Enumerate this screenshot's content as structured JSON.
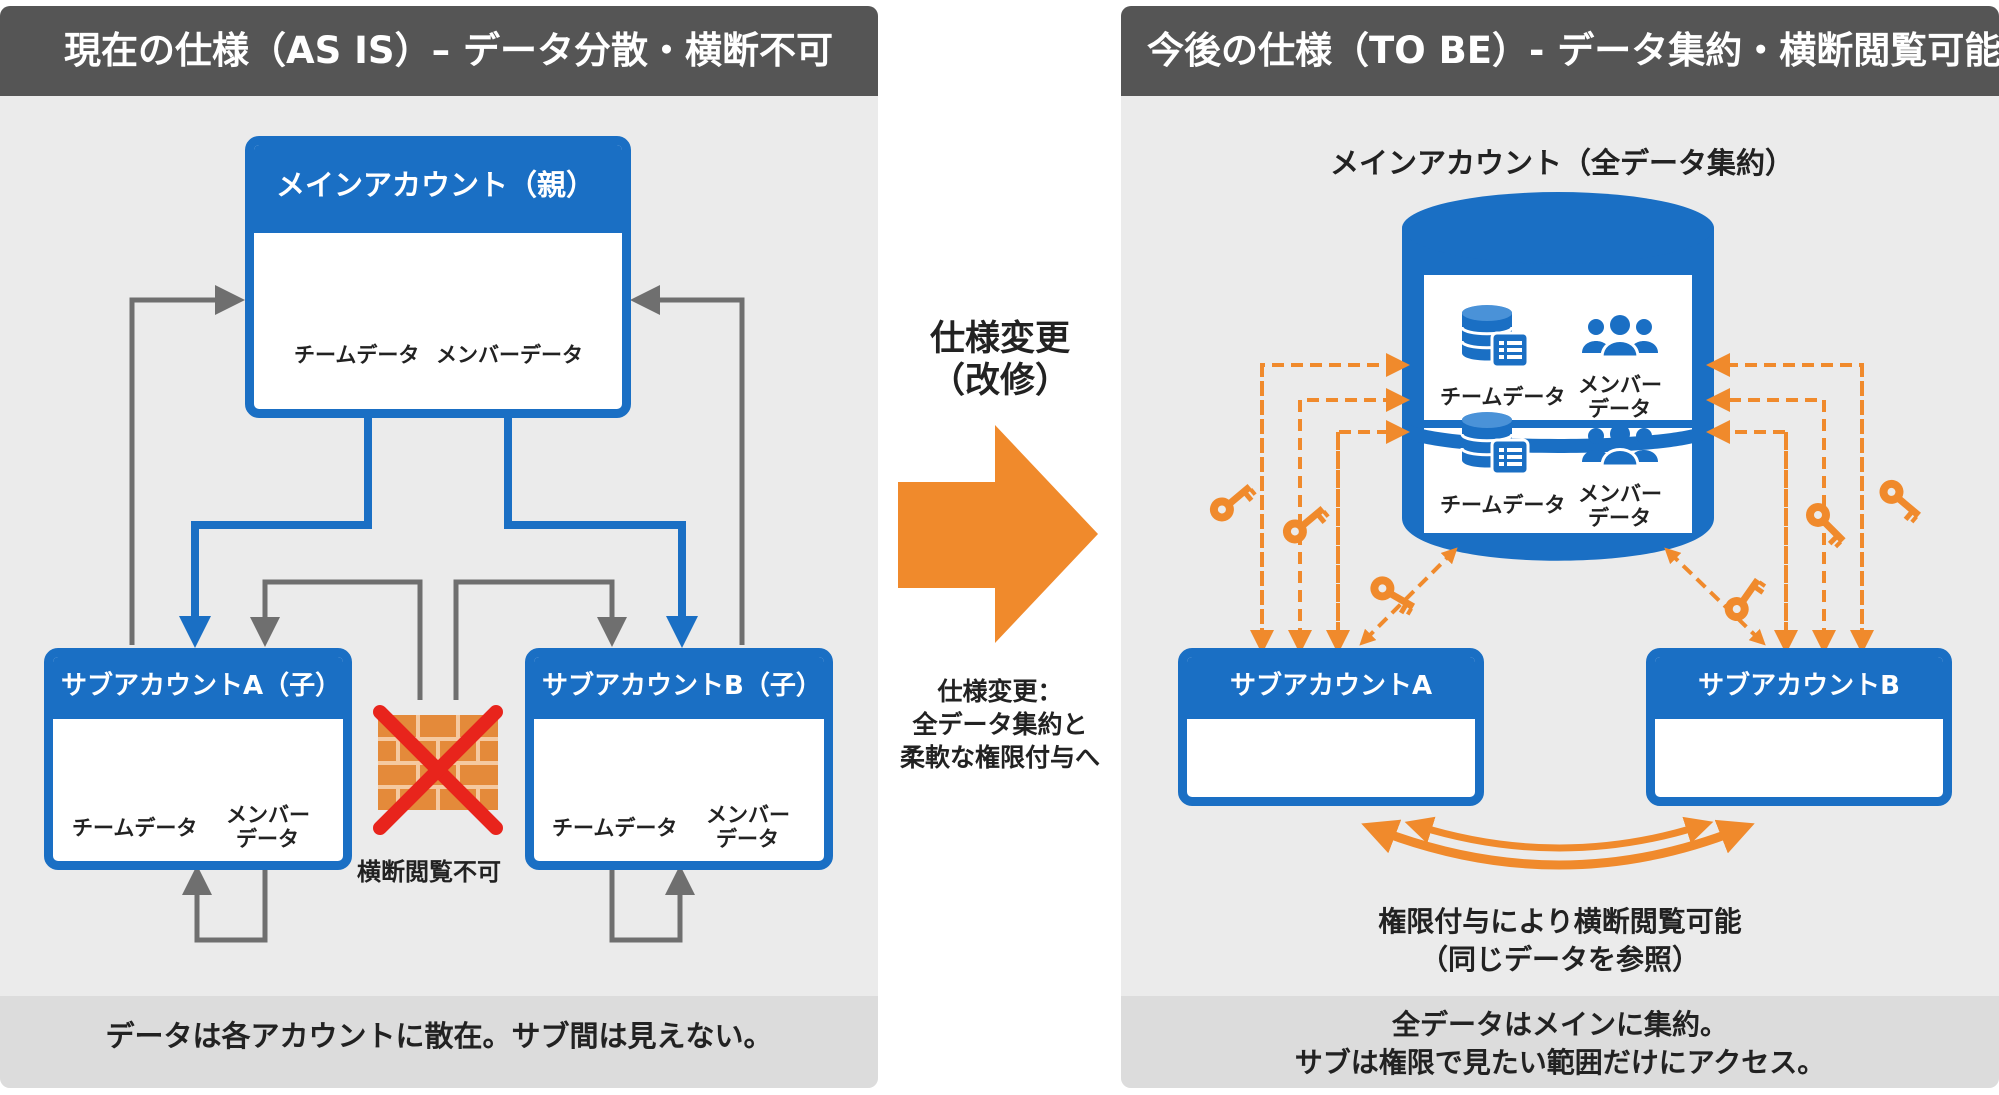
{
  "left_panel": {
    "header": "現在の仕様（AS IS）– データ分散・横断不可",
    "main_account": {
      "title": "メインアカウント（親）",
      "team_label": "チームデータ",
      "member_label": "メンバーデータ"
    },
    "sub_a": {
      "title": "サブアカウントA（子）",
      "team_label": "チームデータ",
      "member_line1": "メンバー",
      "member_line2": "データ"
    },
    "sub_b": {
      "title": "サブアカウントB（子）",
      "team_label": "チームデータ",
      "member_line1": "メンバー",
      "member_line2": "データ"
    },
    "blocked_label": "横断閲覧不可",
    "footer": "データは各アカウントに散在。サブ間は見えない。"
  },
  "middle": {
    "title_line1": "仕様変更",
    "title_line2": "（改修）",
    "desc_line1": "仕様変更：",
    "desc_line2": "全データ集約と",
    "desc_line3": "柔軟な権限付与へ"
  },
  "right_panel": {
    "header": "今後の仕様（TO BE）- データ集約・横断閲覧可能",
    "db_title": "メインアカウント（全データ集約）",
    "db_team_label_1": "チームデータ",
    "db_member_1_line1": "メンバー",
    "db_member_1_line2": "データ",
    "db_team_label_2": "チームデータ",
    "db_member_2_line1": "メンバー",
    "db_member_2_line2": "データ",
    "sub_a_title": "サブアカウントA",
    "sub_b_title": "サブアカウントB",
    "share_line1": "権限付与により横断閲覧可能",
    "share_line2": "（同じデータを参照）",
    "footer_line1": "全データはメインに集約。",
    "footer_line2": "サブは権限で見たい範囲だけにアクセス。"
  },
  "colors": {
    "blue": "#1a6fc4",
    "orange": "#f08a2c",
    "gray_arrow": "#6f6f6f",
    "header_bg": "#555555",
    "panel_bg": "#ebebeb",
    "red_x": "#e8241c"
  },
  "icons": [
    "database-icon",
    "document-list-icon",
    "people-group-icon",
    "key-icon",
    "firewall-icon",
    "forbidden-x-icon",
    "big-right-arrow-icon"
  ]
}
